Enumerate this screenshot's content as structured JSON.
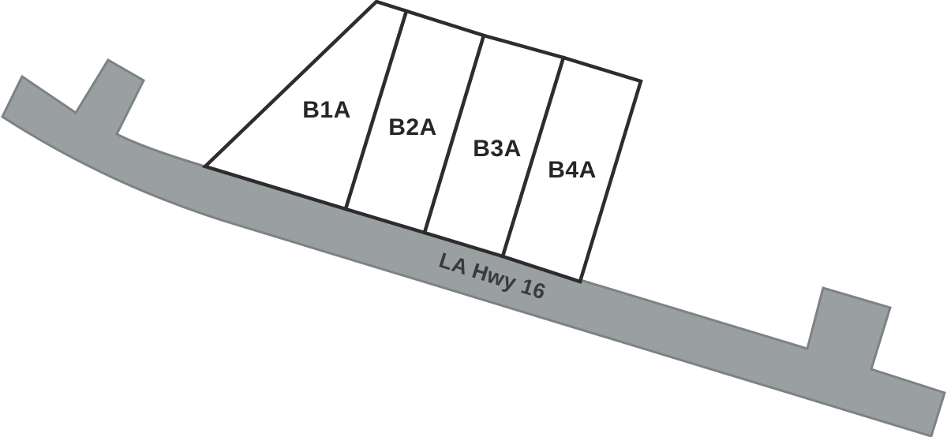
{
  "page": {
    "background_color": "#ffffff"
  },
  "road": {
    "label": "LA Hwy 16",
    "fill_color": "#9aa0a2",
    "outline_color": "#7d8284",
    "label_color": "#3a3a3a"
  },
  "lots": {
    "fill_color": "#ffffff",
    "outline_color": "#2d2d2d",
    "label_color": "#262626",
    "items": [
      {
        "label": "B1A"
      },
      {
        "label": "B2A"
      },
      {
        "label": "B3A"
      },
      {
        "label": "B4A"
      }
    ]
  }
}
